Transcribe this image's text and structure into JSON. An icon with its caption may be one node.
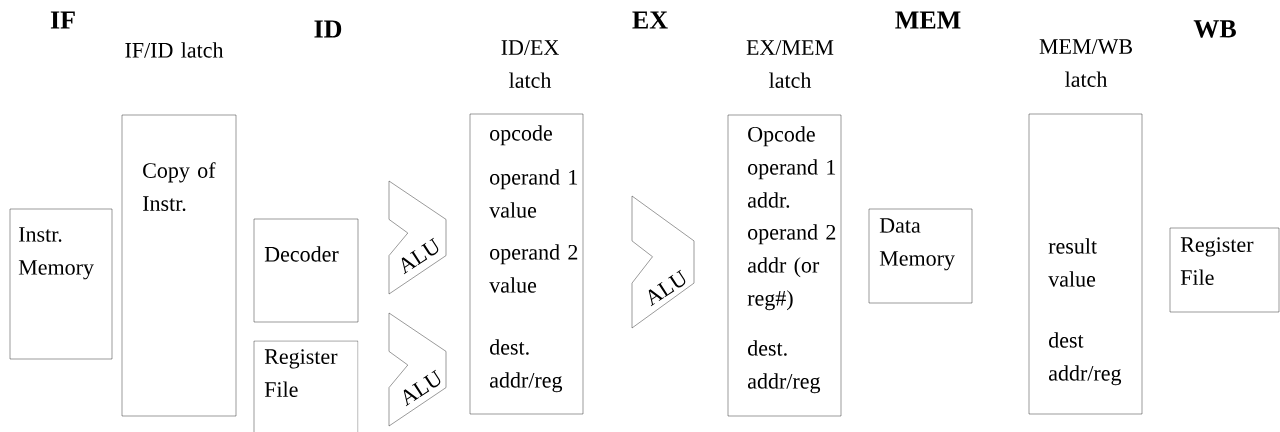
{
  "diagram": {
    "nodes": [
      {
        "text": [
          "Instr. Memory"
        ]
      },
      {
        "text": [
          "IF/ID latch",
          "Copy of Instr."
        ]
      },
      {
        "text": [
          "Decoder"
        ]
      },
      {
        "text": [
          "Register File"
        ]
      },
      {
        "text": [
          "ALU"
        ]
      },
      {
        "text": [
          "ALU"
        ]
      },
      {
        "text": [
          "ID/EX latch",
          "opcode",
          "operand 1 value",
          "operand 2 value",
          "dest. addr/reg"
        ]
      },
      {
        "text": [
          "ALU"
        ]
      },
      {
        "text": [
          "EX/MEM latch",
          "Opcode",
          "operand 1 addr.",
          "operand 2 addr (or reg#)",
          "dest. addr/reg"
        ]
      },
      {
        "text": [
          "Data Memory"
        ]
      },
      {
        "text": [
          "MEM/WB latch",
          "result value",
          "dest addr/reg"
        ]
      },
      {
        "text": [
          "Register File"
        ]
      }
    ],
    "labels": [
      "IF",
      "ID",
      "EX",
      "MEM",
      "WB"
    ]
  }
}
